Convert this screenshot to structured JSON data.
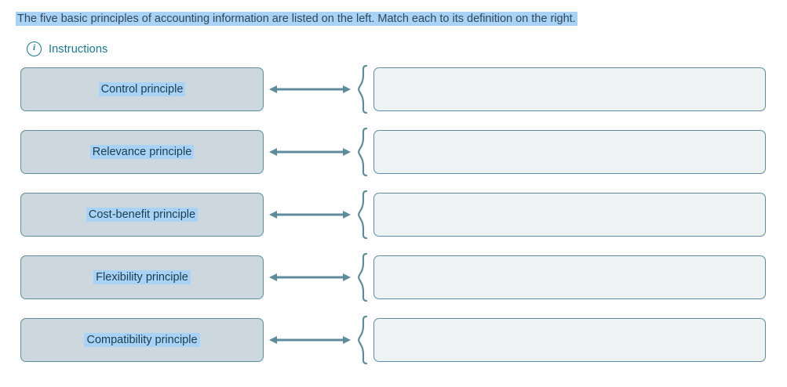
{
  "prompt": {
    "text": "The five basic principles of accounting information are listed on the left. Match each to its definition on the right.",
    "highlight_color": "#a8d3f7",
    "text_color": "#2f4858"
  },
  "instructions": {
    "icon": "info-circle-icon",
    "label": "Instructions",
    "color": "#17798f"
  },
  "matching": {
    "arrow_icon": "double-headed-arrow-icon",
    "brace_icon": "left-curly-brace-icon",
    "accent_color": "#5f8c9c",
    "term_fill": "#ccd8dd",
    "answer_fill": "#eef2f2",
    "rows": [
      {
        "term": "Control principle",
        "answer": "",
        "answer_placeholder": ""
      },
      {
        "term": "Relevance principle",
        "answer": "",
        "answer_placeholder": ""
      },
      {
        "term": "Cost-benefit principle",
        "answer": "",
        "answer_placeholder": ""
      },
      {
        "term": "Flexibility principle",
        "answer": "",
        "answer_placeholder": ""
      },
      {
        "term": "Compatibility principle",
        "answer": "",
        "answer_placeholder": ""
      }
    ]
  }
}
